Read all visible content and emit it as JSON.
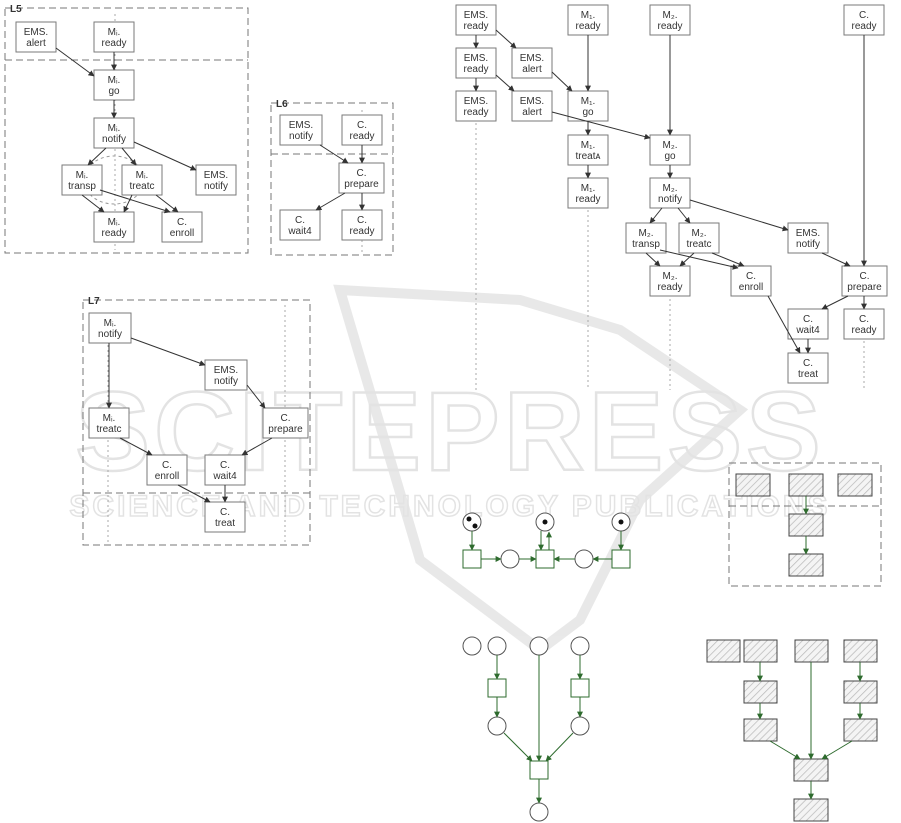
{
  "labels": {
    "mi_alert": "EMS.\nalert",
    "mi_ready": "Mᵢ.\nready",
    "mi_go": "Mᵢ.\ngo",
    "mi_notify": "Mᵢ.\nnotify",
    "mi_transp": "Mᵢ.\ntransp",
    "mi_treat_c": "Mᵢ.\ntreatᴄ",
    "ems_notify": "EMS.\nnotify",
    "c_enroll": "C.\nenroll",
    "c_ready": "C.\nready",
    "c_prepare": "C.\nprepare",
    "c_wait4": "C.\nwait4",
    "c_treat": "C.\ntreat",
    "ems_ready": "EMS.\nready",
    "m1_ready": "M₁.\nready",
    "m2_ready": "M₂.\nready",
    "m1_go": "M₁.\ngo",
    "m1_treat_a": "M₁.\ntreatᴀ",
    "m2_go": "M₂.\ngo",
    "m2_notify": "M₂.\nnotify",
    "m2_transp": "M₂.\ntransp",
    "m2_treat_c": "M₂.\ntreatᴄ"
  },
  "groups": {
    "l5": "L5",
    "l6": "L6",
    "l7": "L7"
  },
  "watermark": {
    "main": "SCITEPRESS",
    "sub": "SCIENCE AND TECHNOLOGY PUBLICATIONS"
  }
}
